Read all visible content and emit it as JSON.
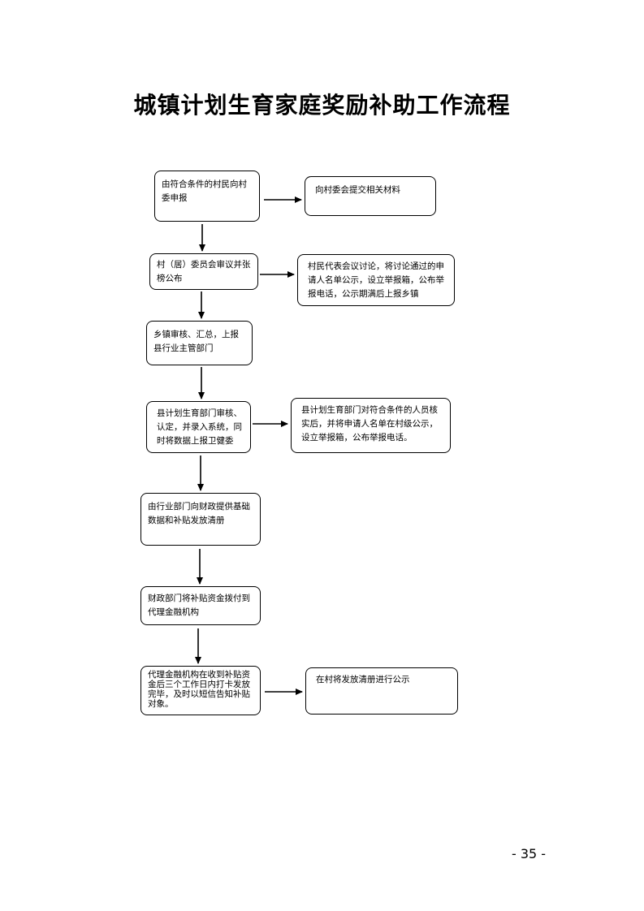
{
  "document": {
    "title": "城镇计划生育家庭奖励补助工作流程",
    "page_number": "- 35 -"
  },
  "steps": [
    {
      "text": "由符合条件的村民向村委申报"
    },
    {
      "text": "村（居）委员会审议并张榜公布"
    },
    {
      "text": "乡镇审核、汇总，上报县行业主管部门"
    },
    {
      "text": "县计划生育部门审核、认定，并录入系统，同时将数据上报卫健委"
    },
    {
      "text": "由行业部门向财政提供基础数据和补贴发放清册"
    },
    {
      "text": "财政部门将补贴资金拨付到代理金融机构"
    },
    {
      "text": "代理金融机构在收到补贴资金后三个工作日内打卡发放完毕，及时以短信告知补贴对象。"
    }
  ],
  "side_notes": [
    {
      "text": "向村委会提交相关材料"
    },
    {
      "text": "村民代表会议讨论，将讨论通过的申请人名单公示，设立举报箱，公布举报电话，公示期满后上报乡镇"
    },
    {
      "text": "县计划生育部门对符合条件的人员核实后，并将申请人名单在村级公示，设立举报箱，公布举报电话。"
    },
    {
      "text": "在村将发放清册进行公示"
    }
  ]
}
